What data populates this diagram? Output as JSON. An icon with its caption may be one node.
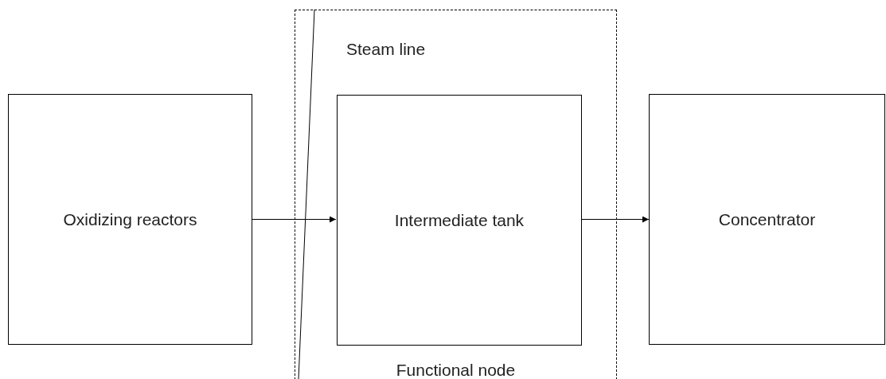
{
  "diagram": {
    "nodes": [
      {
        "text": [
          "Oxidizing reactors"
        ]
      },
      {
        "text": [
          "Functional node"
        ]
      },
      {
        "text": [
          "Intermediate tank"
        ],
        "in": 1
      },
      {
        "text": [
          "Concentrator"
        ]
      }
    ],
    "edges": [
      {
        "from": 0,
        "to": 2,
        "arrow": "to"
      },
      {
        "from": 2,
        "to": 3,
        "arrow": "to"
      }
    ],
    "labels": [
      "Steam line"
    ]
  }
}
